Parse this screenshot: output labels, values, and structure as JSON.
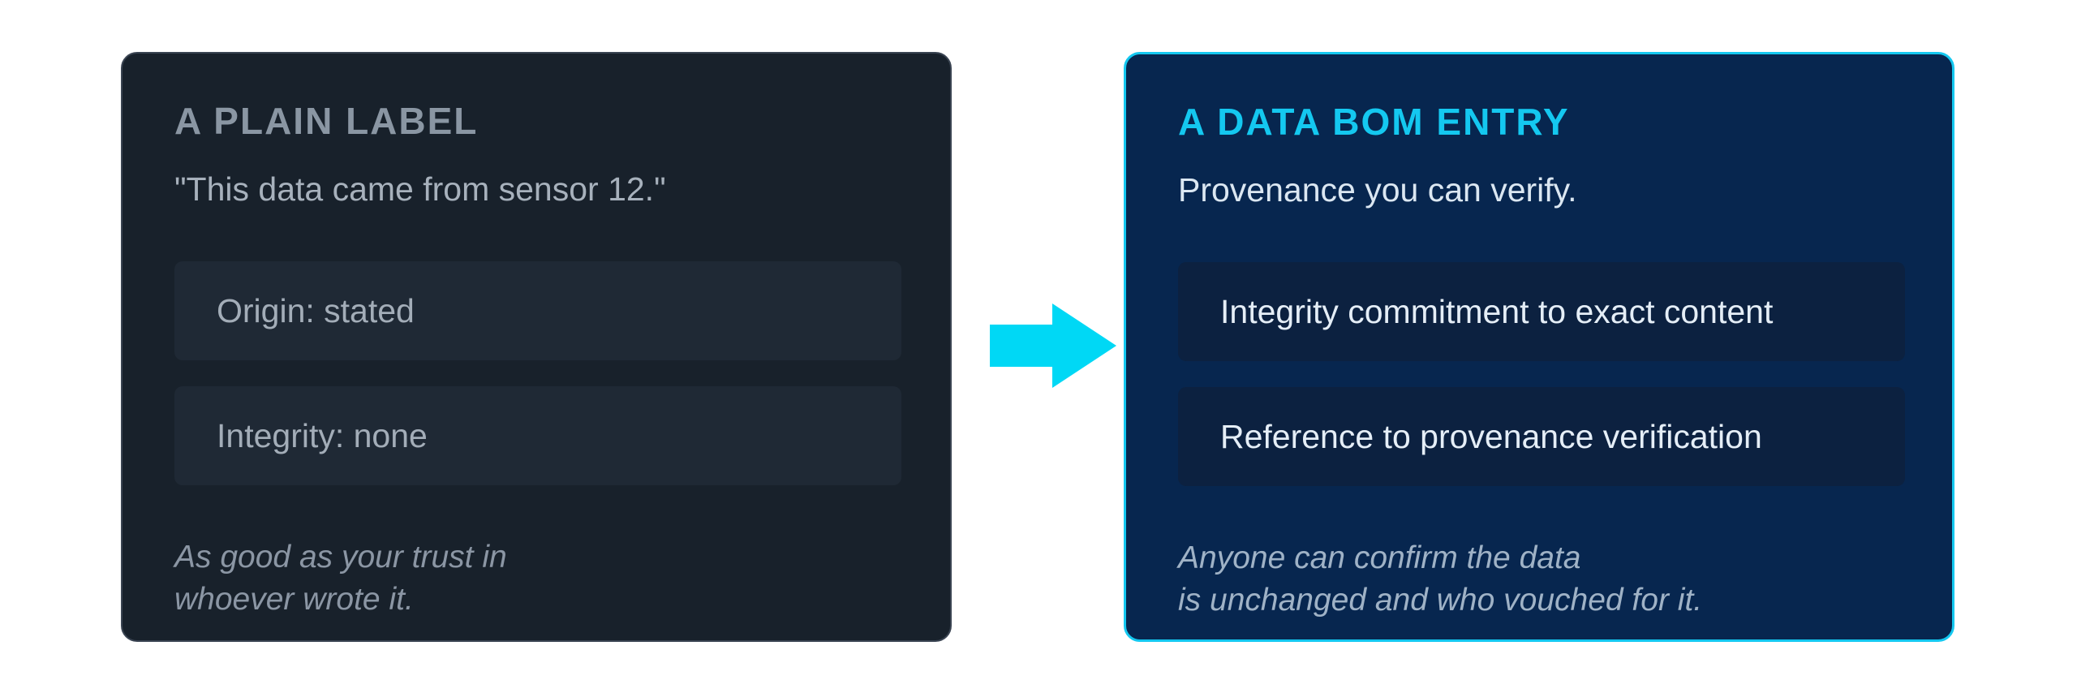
{
  "left_card": {
    "title": "A PLAIN LABEL",
    "subtitle": "\"This data came from sensor 12.\"",
    "fields": [
      "Origin: stated",
      "Integrity: none"
    ],
    "note_lines": [
      "As good as your trust in",
      "whoever wrote it."
    ]
  },
  "right_card": {
    "title": "A DATA BOM ENTRY",
    "subtitle": "Provenance you can verify.",
    "fields": [
      "Integrity commitment to exact content",
      "Reference to provenance verification"
    ],
    "note_lines": [
      "Anyone can confirm the data",
      "is unchanged and who vouched for it."
    ]
  },
  "arrow": {
    "icon": "arrow-right-icon",
    "color": "#00d8f5"
  },
  "colors": {
    "left_card_bg": "#18212b",
    "right_card_bg": "#07264f",
    "accent": "#14c8f0"
  }
}
